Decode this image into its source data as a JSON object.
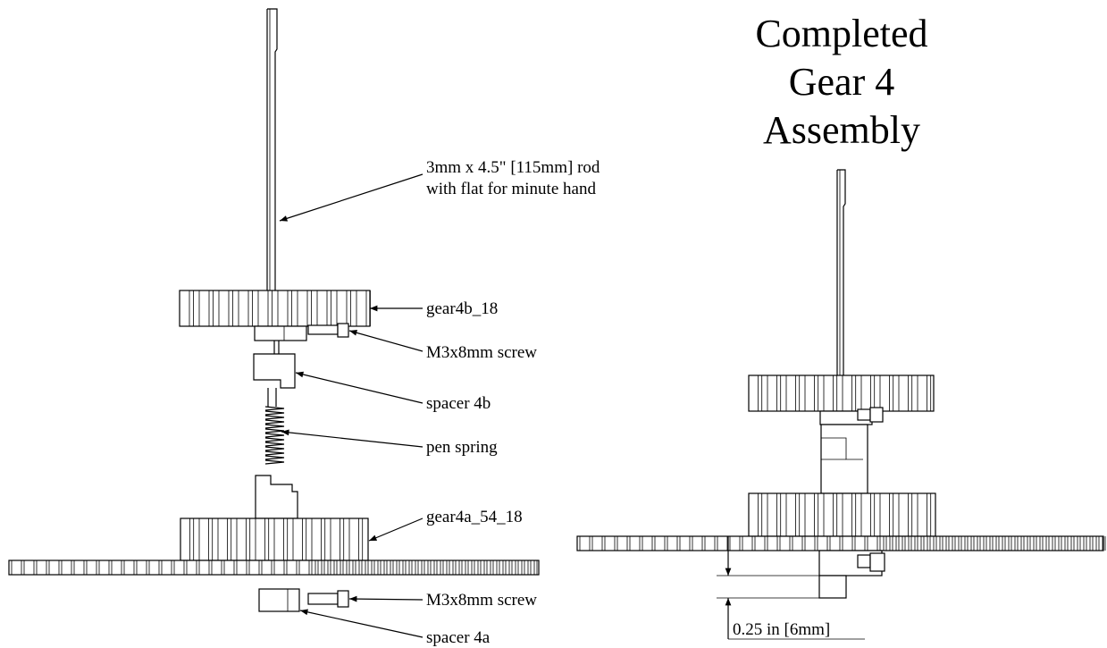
{
  "title": {
    "line1": "Completed",
    "line2": "Gear 4",
    "line3": "Assembly"
  },
  "callouts": {
    "rod_line1": "3mm x 4.5\" [115mm] rod",
    "rod_line2": "with flat for minute hand",
    "gear4b": "gear4b_18",
    "screw_top": "M3x8mm screw",
    "spacer4b": "spacer 4b",
    "pen_spring": "pen spring",
    "gear4a": "gear4a_54_18",
    "screw_bottom": "M3x8mm screw",
    "spacer4a": "spacer 4a"
  },
  "dimension": {
    "label": "0.25 in [6mm]"
  },
  "colors": {
    "line": "#000000",
    "background": "#ffffff"
  }
}
